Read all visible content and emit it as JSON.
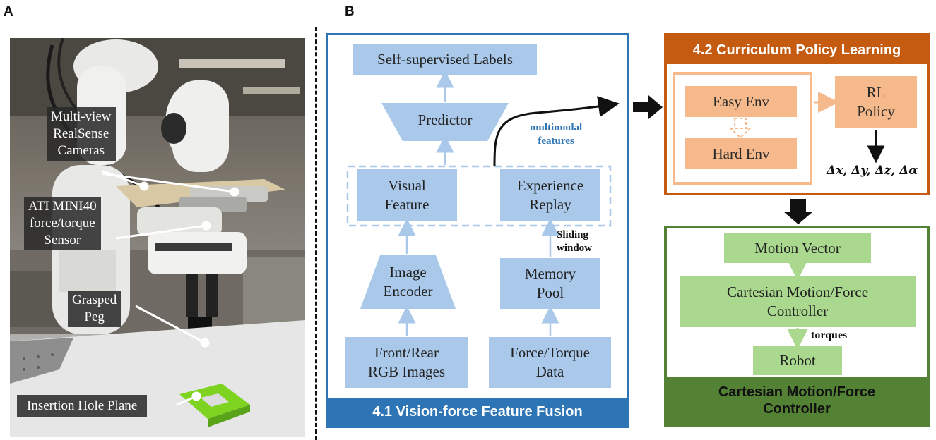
{
  "panels": {
    "a_letter": "A",
    "b_letter": "B"
  },
  "photo": {
    "callouts": {
      "cameras": "Multi-view\nRealSense\nCameras",
      "sensor": "ATI MINI40\nforce/torque\nSensor",
      "peg": "Grasped\nPeg",
      "hole": "Insertion Hole Plane"
    }
  },
  "fusion": {
    "title": "4.1 Vision-force Feature Fusion",
    "labels": "Self-supervised Labels",
    "predictor": "Predictor",
    "multimodal": "multimodal\nfeatures",
    "visual_feature": "Visual\nFeature",
    "experience_replay": "Experience\nReplay",
    "sliding_window": "Sliding\nwindow",
    "image_encoder": "Image\nEncoder",
    "memory_pool": "Memory\nPool",
    "rgb_images": "Front/Rear\nRGB Images",
    "force_data": "Force/Torque\nData"
  },
  "curriculum": {
    "title": "4.2 Curriculum Policy Learning",
    "easy_env": "Easy Env",
    "hard_env": "Hard Env",
    "rl_policy": "RL\nPolicy",
    "actions": "Δx, Δy, Δz, Δα"
  },
  "controller": {
    "title": "Cartesian Motion/Force\nController",
    "motion_vector": "Motion Vector",
    "cartesian_controller": "Cartesian Motion/Force\nController",
    "torques": "torques",
    "robot": "Robot"
  },
  "colors": {
    "blue_frame": "#2e75b6",
    "blue_box": "#a9c8ea",
    "orange_frame": "#c55a11",
    "orange_box": "#f5b98c",
    "green_frame": "#548235",
    "green_box": "#a9d88e",
    "blue_text": "#2e75b6"
  }
}
